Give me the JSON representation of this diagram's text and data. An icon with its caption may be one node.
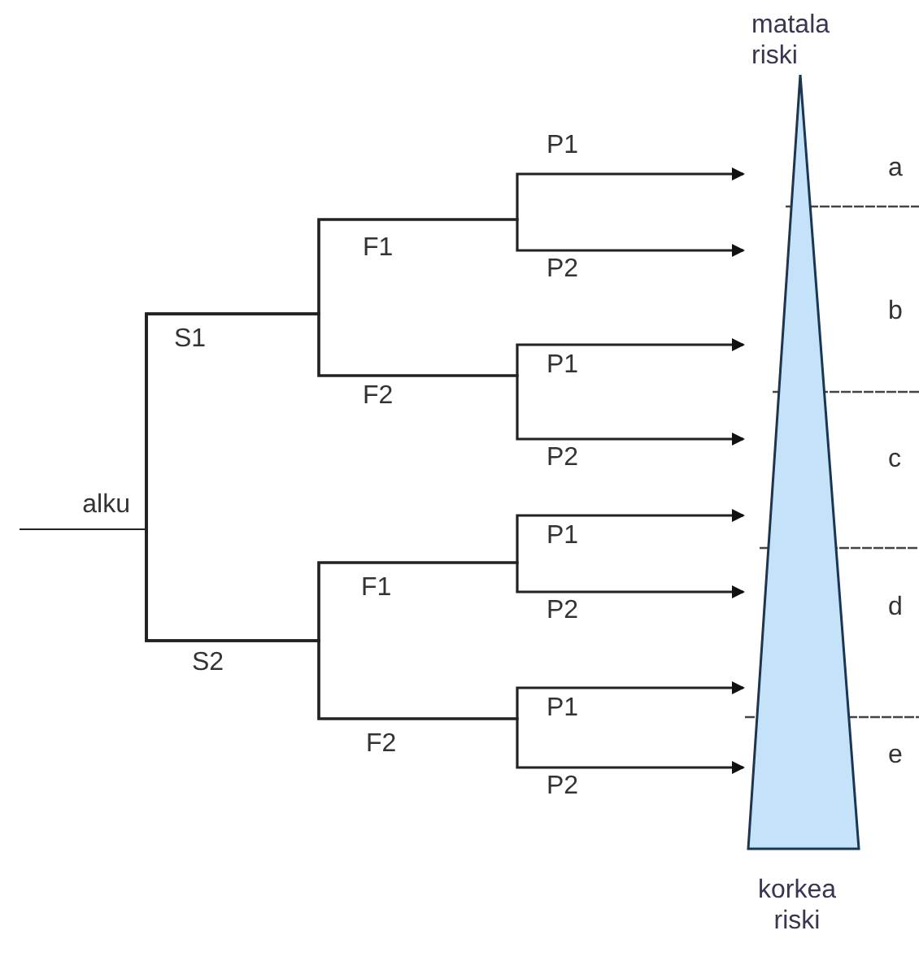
{
  "diagram": {
    "nodes": [
      {
        "text": [
          "alku"
        ]
      },
      {
        "text": [
          "matala riski",
          "korkea riski"
        ]
      }
    ],
    "edges": [
      {
        "from": 0,
        "to": 1,
        "arrow": "to",
        "label": "P1"
      },
      {
        "from": 0,
        "to": 1,
        "arrow": "to",
        "label": "P2"
      },
      {
        "from": 0,
        "to": 1,
        "arrow": "to",
        "label": "P1"
      },
      {
        "from": 0,
        "to": 1,
        "arrow": "to",
        "label": "P2"
      },
      {
        "from": 0,
        "to": 1,
        "arrow": "to",
        "label": "P1"
      },
      {
        "from": 0,
        "to": 1,
        "arrow": "to",
        "label": "P2"
      },
      {
        "from": 0,
        "to": 1,
        "arrow": "to",
        "label": "P1"
      },
      {
        "from": 0,
        "to": 1,
        "arrow": "to",
        "label": "P2"
      }
    ],
    "labels": [
      "F1",
      "S1",
      "F2",
      "F1",
      "S2",
      "F2",
      "a",
      "b",
      "c",
      "d",
      "e"
    ]
  }
}
